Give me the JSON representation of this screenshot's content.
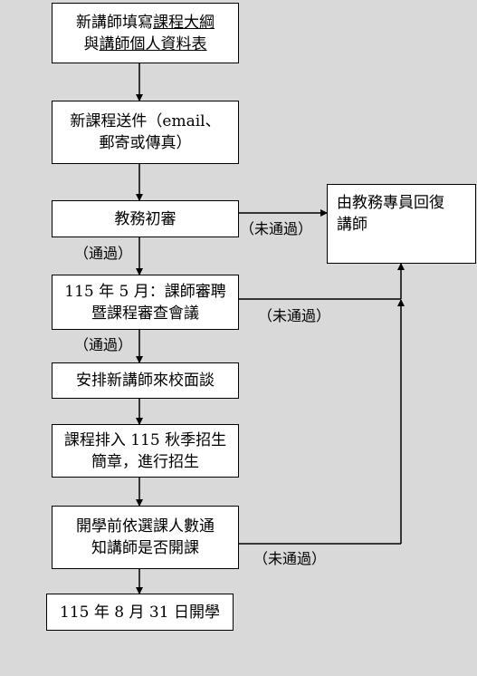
{
  "nodes": {
    "n1": {
      "line1_plain": "新講師填寫",
      "line1_ul": "課程大綱",
      "line2_plain": "與",
      "line2_ul": "講師個人資料表"
    },
    "n2": {
      "line1": "新課程送件（email、",
      "line2": "郵寄或傳真）"
    },
    "n3": {
      "line1": "教務初審"
    },
    "n4": {
      "line1": "115 年 5 月：課師審聘",
      "line2": "暨課程審查會議"
    },
    "n5": {
      "line1": "安排新講師來校面談"
    },
    "n6": {
      "line1": "課程排入 115 秋季招生",
      "line2": "簡章，進行招生"
    },
    "n7": {
      "line1": "開學前依選課人數通",
      "line2": "知講師是否開課"
    },
    "n8": {
      "line1": "115 年 8 月 31 日開學"
    },
    "reply": {
      "line1": "由教務專員回復",
      "line2": "講師"
    }
  },
  "labels": {
    "pass": "（通過）",
    "fail": "（未通過）"
  }
}
